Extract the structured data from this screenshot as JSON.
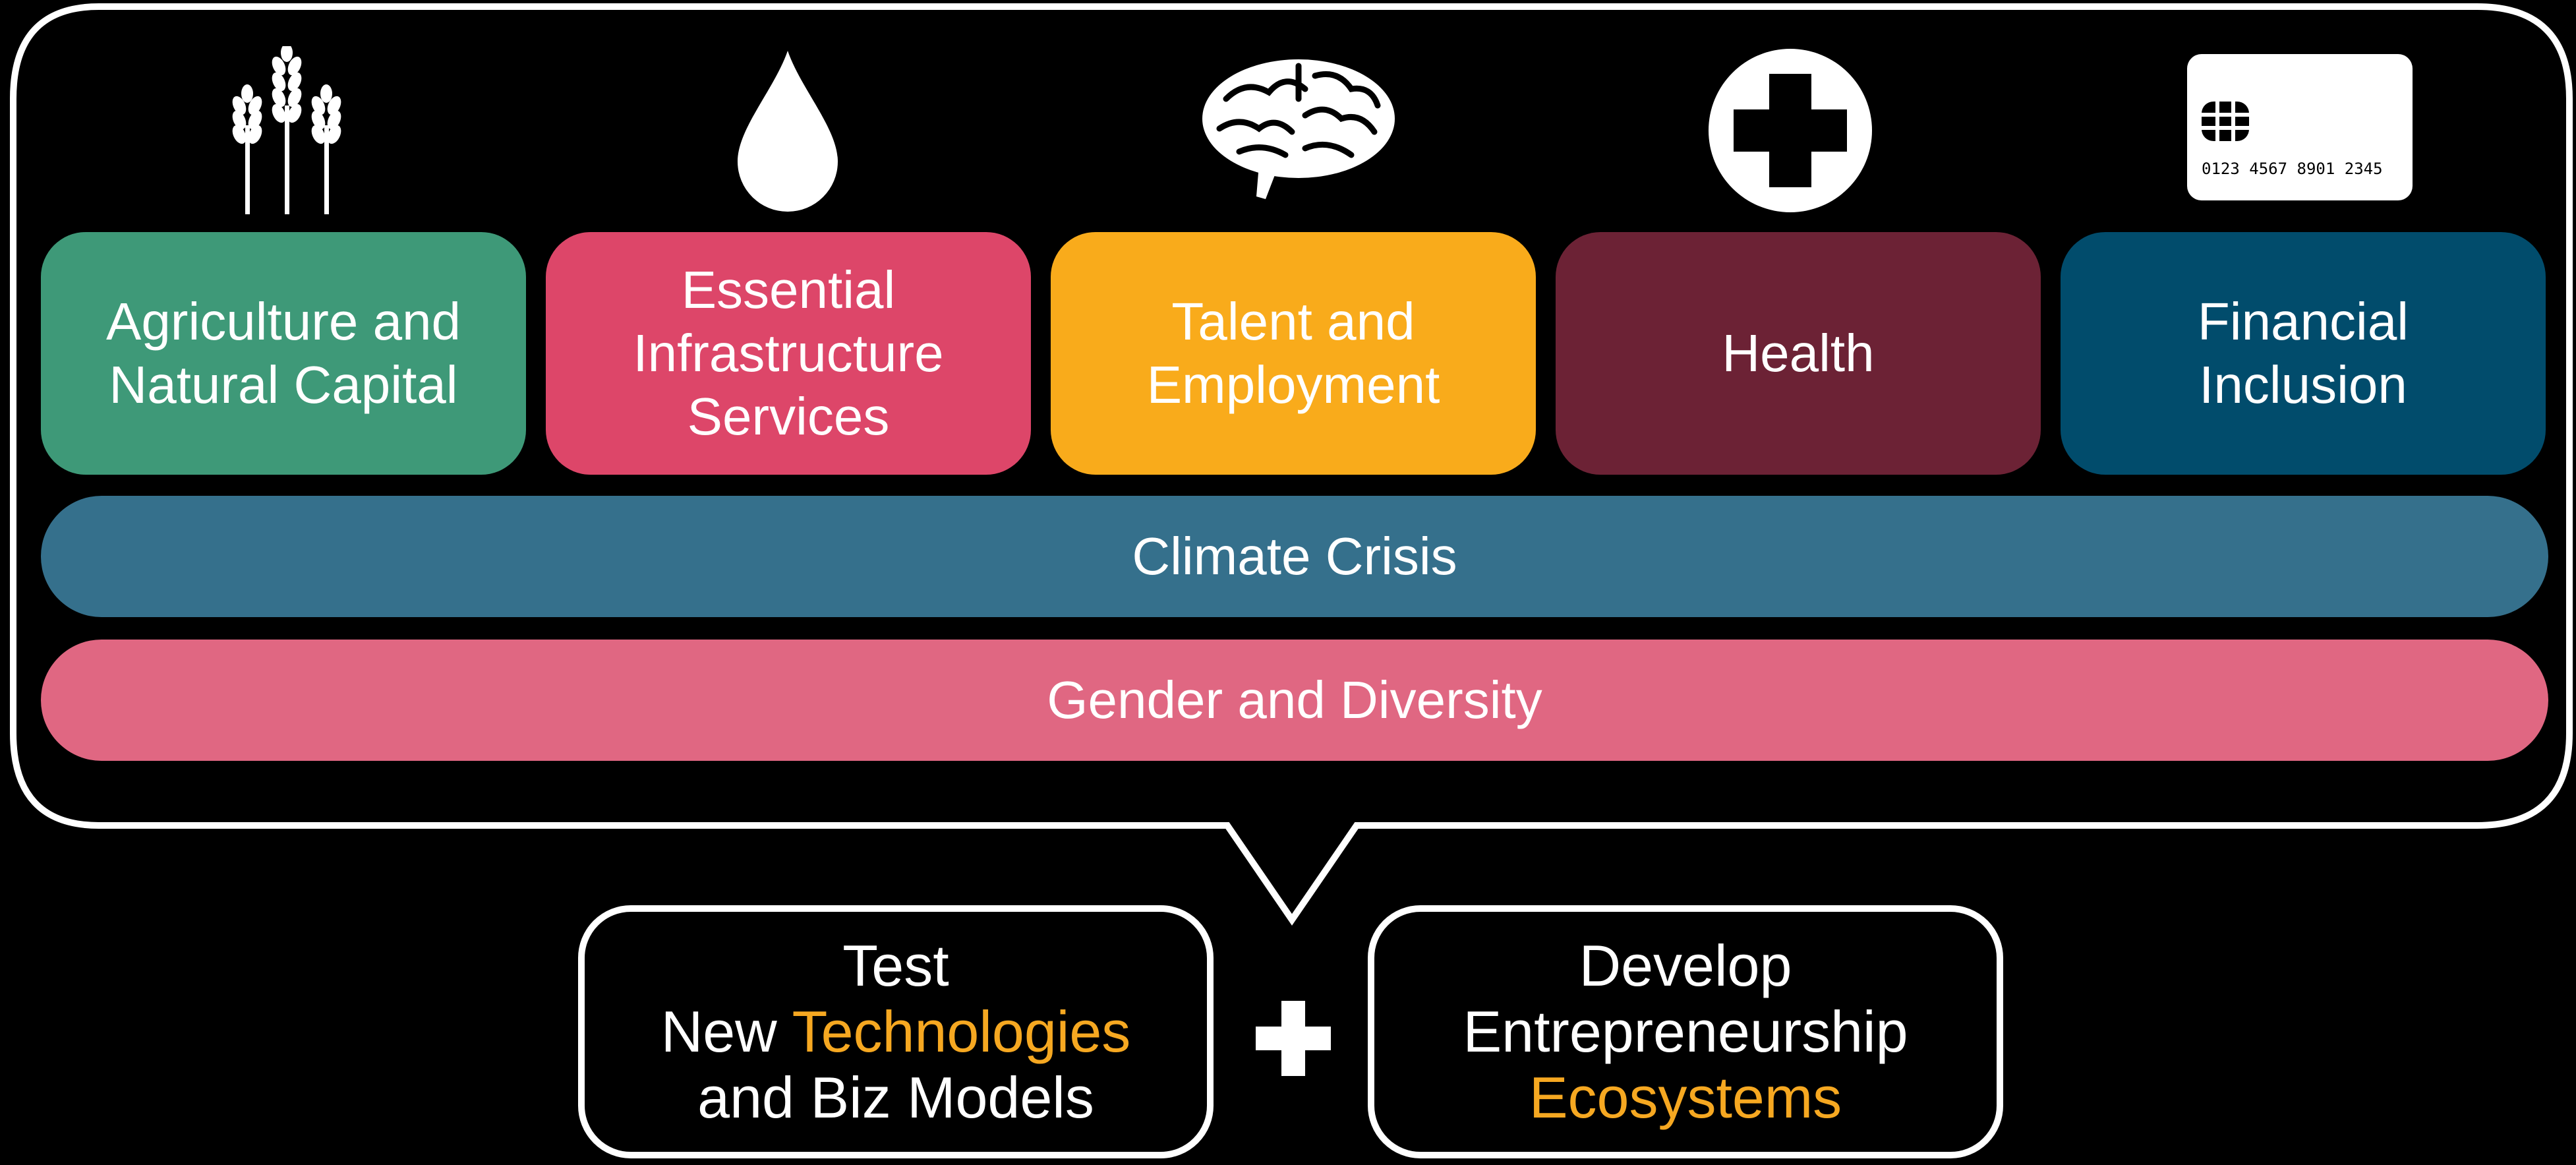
{
  "sectors": [
    {
      "label": "Agriculture and\nNatural Capital",
      "color": "#3e9978",
      "icon": "wheat-icon"
    },
    {
      "label": "Essential\nInfrastructure\nServices",
      "color": "#dd4669",
      "icon": "water-drop-icon"
    },
    {
      "label": "Talent and\nEmployment",
      "color": "#f9ab1b",
      "icon": "brain-icon"
    },
    {
      "label": "Health",
      "color": "#6c2235",
      "icon": "medical-cross-icon"
    },
    {
      "label": "Financial\nInclusion",
      "color": "#014c6c",
      "icon": "credit-card-icon"
    }
  ],
  "card_number": "0123 4567 8901 2345",
  "bands": [
    {
      "label": "Climate Crisis",
      "color": "#35708c"
    },
    {
      "label": "Gender and Diversity",
      "color": "#e06782"
    }
  ],
  "boxes": {
    "test": {
      "line1": "Test",
      "line2_a": "New ",
      "line2_b": "Technologies",
      "line3": "and Biz Models"
    },
    "plus": "plus-icon",
    "develop": {
      "line1": "Develop",
      "line2": "Entrepreneurship",
      "line3": "Ecosystems"
    }
  },
  "accent_color": "#f6a821"
}
